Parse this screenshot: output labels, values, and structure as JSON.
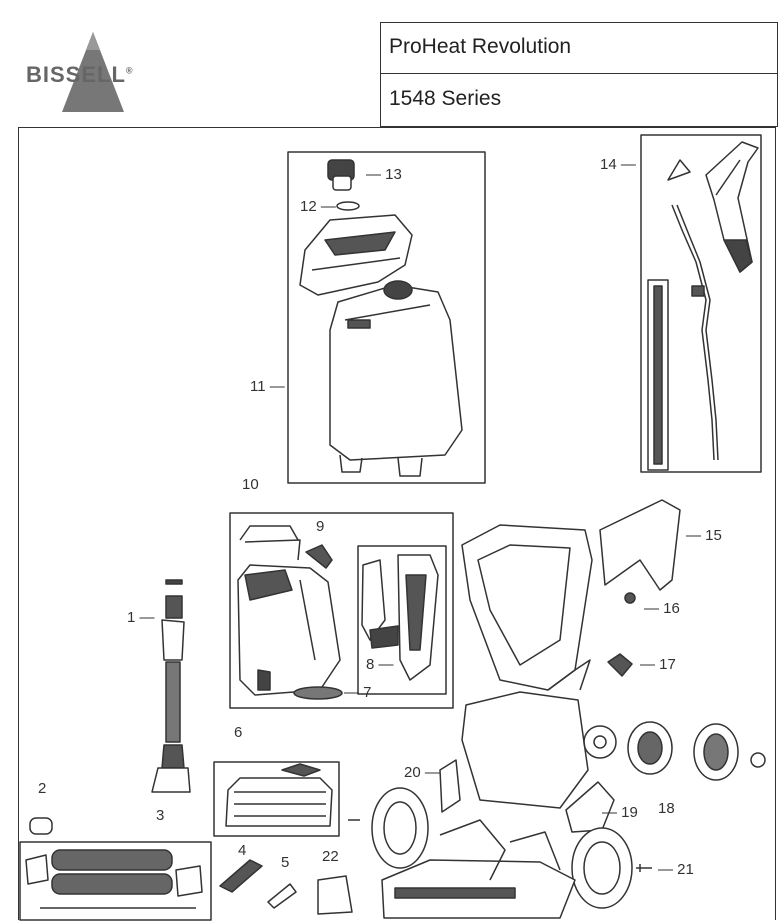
{
  "logo": {
    "text": "BISSELL",
    "mark": "®"
  },
  "header": {
    "title": "ProHeat Revolution",
    "series": "1548 Series"
  },
  "callouts": [
    {
      "id": "1",
      "text": "1 —"
    },
    {
      "id": "2",
      "text": "2"
    },
    {
      "id": "3",
      "text": "3"
    },
    {
      "id": "4",
      "text": "4"
    },
    {
      "id": "5",
      "text": "5"
    },
    {
      "id": "6",
      "text": "6"
    },
    {
      "id": "7",
      "text": "— 7"
    },
    {
      "id": "8",
      "text": "8 —"
    },
    {
      "id": "9",
      "text": "9"
    },
    {
      "id": "10",
      "text": "10"
    },
    {
      "id": "11",
      "text": "11 —"
    },
    {
      "id": "12",
      "text": "12 —"
    },
    {
      "id": "13",
      "text": "— 13"
    },
    {
      "id": "14",
      "text": "14 —"
    },
    {
      "id": "15",
      "text": "— 15"
    },
    {
      "id": "16",
      "text": "— 16"
    },
    {
      "id": "17",
      "text": "— 17"
    },
    {
      "id": "18",
      "text": "18"
    },
    {
      "id": "19",
      "text": "— 19"
    },
    {
      "id": "20",
      "text": "20 —"
    },
    {
      "id": "21",
      "text": "— 21"
    },
    {
      "id": "22",
      "text": "22"
    }
  ],
  "colors": {
    "line": "#333333",
    "part": "#555555",
    "light": "#bdbdbd"
  }
}
